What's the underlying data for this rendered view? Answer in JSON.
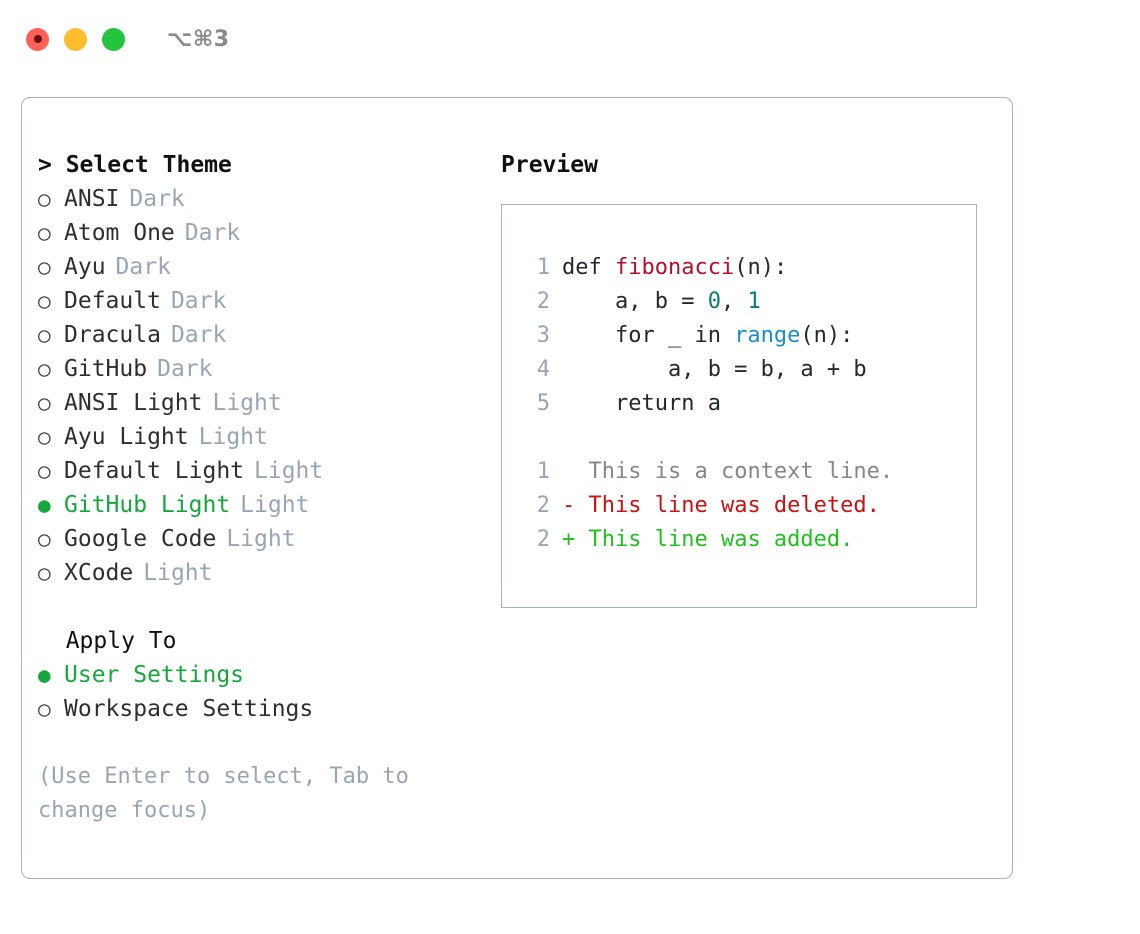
{
  "titlebar": {
    "shortcut": "⌥⌘3",
    "buttons": [
      {
        "name": "close",
        "color": "#ff6159"
      },
      {
        "name": "minimize",
        "color": "#ffbd2e"
      },
      {
        "name": "maximize",
        "color": "#23c53f"
      }
    ]
  },
  "theme_section": {
    "header": "> Select Theme",
    "items": [
      {
        "bullet": "○",
        "label": "ANSI",
        "variant": "Dark",
        "selected": false
      },
      {
        "bullet": "○",
        "label": "Atom One",
        "variant": "Dark",
        "selected": false
      },
      {
        "bullet": "○",
        "label": "Ayu",
        "variant": "Dark",
        "selected": false
      },
      {
        "bullet": "○",
        "label": "Default",
        "variant": "Dark",
        "selected": false
      },
      {
        "bullet": "○",
        "label": "Dracula",
        "variant": "Dark",
        "selected": false
      },
      {
        "bullet": "○",
        "label": "GitHub",
        "variant": "Dark",
        "selected": false
      },
      {
        "bullet": "○",
        "label": "ANSI Light",
        "variant": "Light",
        "selected": false
      },
      {
        "bullet": "○",
        "label": "Ayu Light",
        "variant": "Light",
        "selected": false
      },
      {
        "bullet": "○",
        "label": "Default Light",
        "variant": "Light",
        "selected": false
      },
      {
        "bullet": "●",
        "label": "GitHub Light",
        "variant": "Light",
        "selected": true
      },
      {
        "bullet": "○",
        "label": "Google Code",
        "variant": "Light",
        "selected": false
      },
      {
        "bullet": "○",
        "label": "XCode",
        "variant": "Light",
        "selected": false
      }
    ]
  },
  "apply_section": {
    "header": "  Apply To",
    "items": [
      {
        "bullet": "●",
        "label": "User Settings",
        "variant": "",
        "selected": true
      },
      {
        "bullet": "○",
        "label": "Workspace Settings",
        "variant": "",
        "selected": false
      }
    ]
  },
  "hint": "(Use Enter to select, Tab to change focus)",
  "preview": {
    "title": "Preview",
    "code_lines": [
      {
        "no": "1",
        "segments": [
          {
            "t": "def ",
            "c": "plain"
          },
          {
            "t": "fibonacci",
            "c": "fn"
          },
          {
            "t": "(n):",
            "c": "plain"
          }
        ]
      },
      {
        "no": "2",
        "segments": [
          {
            "t": "    a, b = ",
            "c": "plain"
          },
          {
            "t": "0",
            "c": "num"
          },
          {
            "t": ", ",
            "c": "plain"
          },
          {
            "t": "1",
            "c": "num"
          }
        ]
      },
      {
        "no": "3",
        "segments": [
          {
            "t": "    for _ in ",
            "c": "plain"
          },
          {
            "t": "range",
            "c": "call"
          },
          {
            "t": "(n):",
            "c": "plain"
          }
        ]
      },
      {
        "no": "4",
        "segments": [
          {
            "t": "        a, b = b, a + b",
            "c": "plain"
          }
        ]
      },
      {
        "no": "5",
        "segments": [
          {
            "t": "    return a",
            "c": "plain"
          }
        ]
      }
    ],
    "diff_lines": [
      {
        "no": "1",
        "marker": "  ",
        "text": "This is a context line.",
        "kind": "ctx"
      },
      {
        "no": "2",
        "marker": "- ",
        "text": "This line was deleted.",
        "kind": "del"
      },
      {
        "no": "2",
        "marker": "+ ",
        "text": "This line was added.",
        "kind": "add"
      }
    ]
  },
  "colors": {
    "accent_green": "#15a83c",
    "border": "#a7b1c0",
    "muted": "#9aa5b4",
    "diff_add": "#1ec21e",
    "diff_del": "#cc1111",
    "diff_ctx": "#888888",
    "tok_fn": "#b3122a",
    "tok_num": "#0a7a7a",
    "tok_call": "#1a8fc7"
  }
}
